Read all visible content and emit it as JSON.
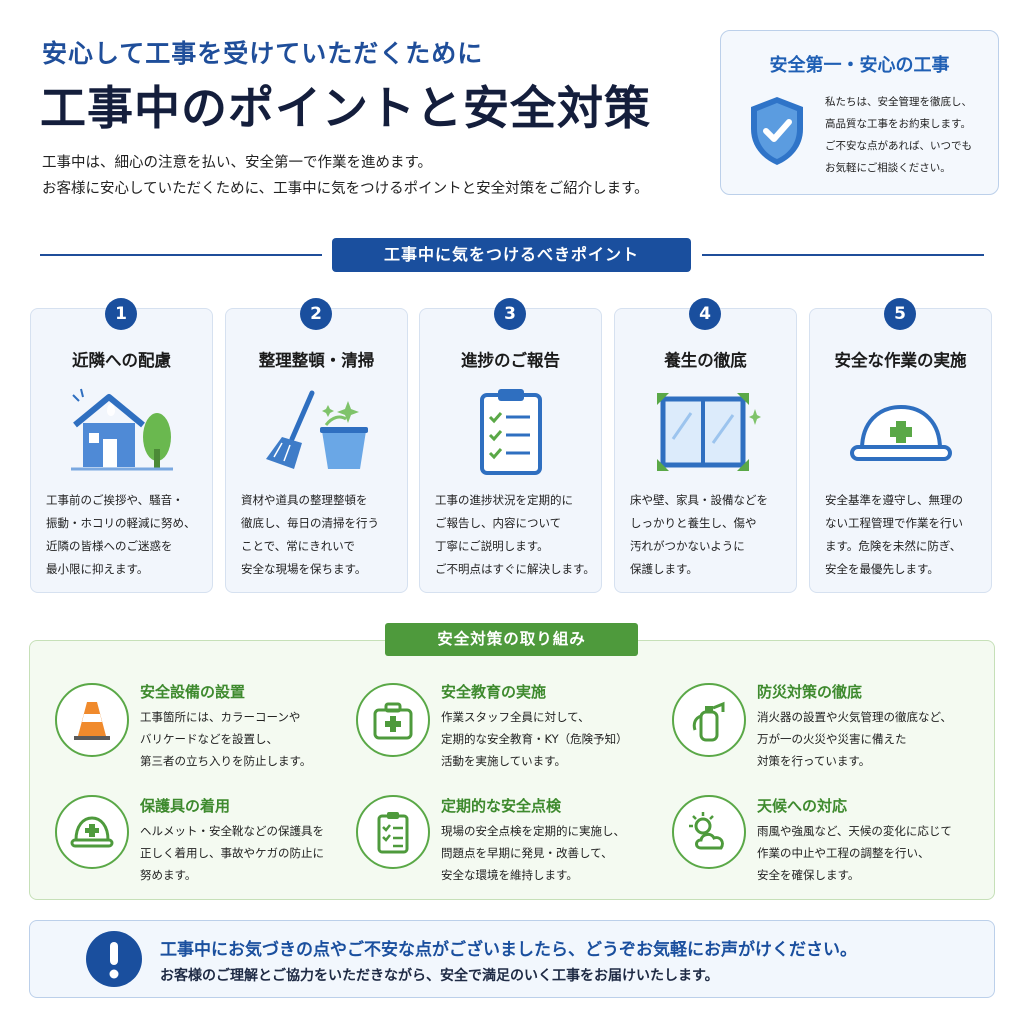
{
  "header": {
    "subtitle": "安心して工事を受けていただくために",
    "title": "工事中のポイントと安全対策",
    "intro_lines": [
      "工事中は、細心の注意を払い、安全第一で作業を進めます。",
      "お客様に安心していただくために、工事中に気をつけるポイントと安全対策をご紹介します。"
    ]
  },
  "safety_box": {
    "title": "安全第一・安心の工事",
    "icon": "shield-check-icon",
    "lines": [
      "私たちは、安全管理を徹底し、",
      "高品質な工事をお約束します。",
      "ご不安な点があれば、いつでも",
      "お気軽にご相談ください。"
    ]
  },
  "points": {
    "header": "工事中に気をつけるべきポイント",
    "items": [
      {
        "number": "1",
        "title": "近隣への配慮",
        "icon": "house-tree-icon",
        "lines": [
          "工事前のご挨拶や、騒音・",
          "振動・ホコリの軽減に努め、",
          "近隣の皆様へのご迷惑を",
          "最小限に抑えます。"
        ]
      },
      {
        "number": "2",
        "title": "整理整頓・清掃",
        "icon": "broom-bucket-icon",
        "lines": [
          "資材や道具の整理整頓を",
          "徹底し、毎日の清掃を行う",
          "ことで、常にきれいで",
          "安全な現場を保ちます。"
        ]
      },
      {
        "number": "3",
        "title": "進捗のご報告",
        "icon": "clipboard-checklist-icon",
        "lines": [
          "工事の進捗状況を定期的に",
          "ご報告し、内容について",
          "丁寧にご説明します。",
          "ご不明点はすぐに解決します。"
        ]
      },
      {
        "number": "4",
        "title": "養生の徹底",
        "icon": "protected-window-icon",
        "lines": [
          "床や壁、家具・設備などを",
          "しっかりと養生し、傷や",
          "汚れがつかないように",
          "保護します。"
        ]
      },
      {
        "number": "5",
        "title": "安全な作業の実施",
        "icon": "hard-hat-icon",
        "lines": [
          "安全基準を遵守し、無理の",
          "ない工程管理で作業を行い",
          "ます。危険を未然に防ぎ、",
          "安全を最優先します。"
        ]
      }
    ]
  },
  "measures": {
    "header": "安全対策の取り組み",
    "items": [
      {
        "title": "安全設備の設置",
        "icon": "traffic-cone-icon",
        "lines": [
          "工事箇所には、カラーコーンや",
          "バリケードなどを設置し、",
          "第三者の立ち入りを防止します。"
        ]
      },
      {
        "title": "安全教育の実施",
        "icon": "first-aid-kit-icon",
        "lines": [
          "作業スタッフ全員に対して、",
          "定期的な安全教育・KY（危険予知）",
          "活動を実施しています。"
        ]
      },
      {
        "title": "防災対策の徹底",
        "icon": "fire-extinguisher-icon",
        "lines": [
          "消火器の設置や火気管理の徹底など、",
          "万が一の火災や災害に備えた",
          "対策を行っています。"
        ]
      },
      {
        "title": "保護具の着用",
        "icon": "helmet-icon",
        "lines": [
          "ヘルメット・安全靴などの保護具を",
          "正しく着用し、事故やケガの防止に",
          "努めます。"
        ]
      },
      {
        "title": "定期的な安全点検",
        "icon": "checklist-icon",
        "lines": [
          "現場の安全点検を定期的に実施し、",
          "問題点を早期に発見・改善して、",
          "安全な環境を維持します。"
        ]
      },
      {
        "title": "天候への対応",
        "icon": "sun-cloud-icon",
        "lines": [
          "雨風や強風など、天候の変化に応じて",
          "作業の中止や工程の調整を行い、",
          "安全を確保します。"
        ]
      }
    ]
  },
  "note": {
    "icon": "exclamation-icon",
    "line1": "工事中にお気づきの点やご不安な点がございましたら、どうぞお気軽にお声がけください。",
    "line2": "お客様のご理解とご協力をいただきながら、安全で満足のいく工事をお届けいたします。"
  },
  "colors": {
    "primary_blue": "#1a4f9e",
    "accent_green": "#4e9a3c",
    "card_bg": "#f2f6fc"
  }
}
